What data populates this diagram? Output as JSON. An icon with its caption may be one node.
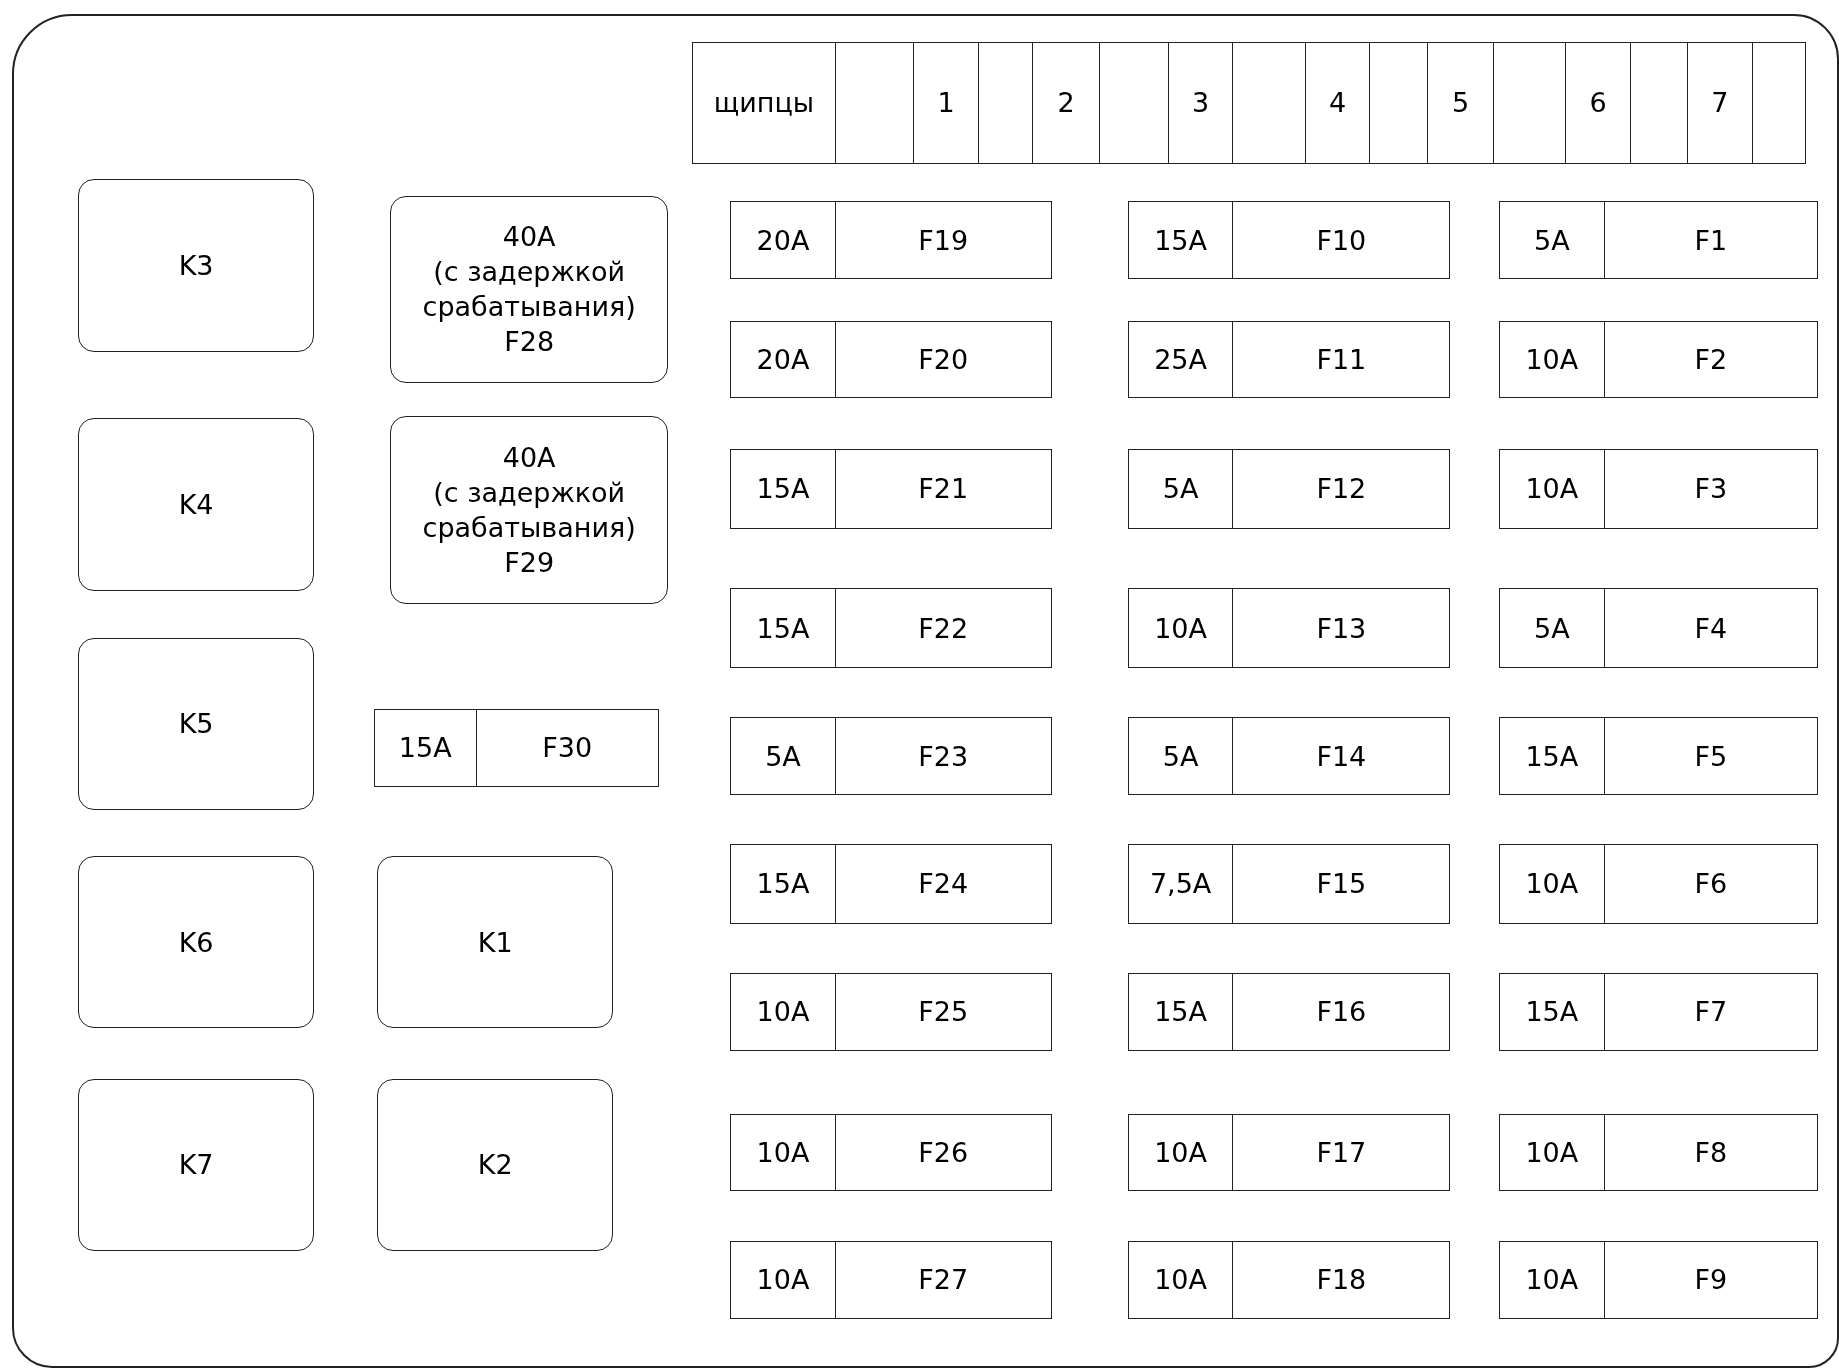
{
  "diagram": {
    "nodes": [
      {
        "text": [],
        "shape": "box"
      },
      {
        "text": [
          "K3"
        ],
        "in": 0
      },
      {
        "text": [
          "40A",
          "(с задержкой срабатывания)",
          "F28"
        ],
        "in": 0
      },
      {
        "text": [
          "20A",
          "F19"
        ],
        "in": 0
      },
      {
        "text": [
          "15A",
          "F10"
        ],
        "in": 0
      },
      {
        "text": [
          "5A",
          "F1"
        ],
        "in": 0
      },
      {
        "text": [
          "20A",
          "F20"
        ],
        "in": 0
      },
      {
        "text": [
          "25A",
          "F11"
        ],
        "in": 0
      },
      {
        "text": [
          "10A",
          "F2"
        ],
        "in": 0
      },
      {
        "text": [
          "K4"
        ],
        "in": 0
      },
      {
        "text": [
          "40A",
          "(с задержкой срабатывания)",
          "F29"
        ],
        "in": 0
      },
      {
        "text": [
          "15A",
          "F21"
        ],
        "in": 0
      },
      {
        "text": [
          "5A",
          "F12"
        ],
        "in": 0
      },
      {
        "text": [
          "10A",
          "F3"
        ],
        "in": 0
      },
      {
        "text": [
          "15A",
          "F22"
        ],
        "in": 0
      },
      {
        "text": [
          "10A",
          "F13"
        ],
        "in": 0
      },
      {
        "text": [
          "5A",
          "F4"
        ],
        "in": 0
      },
      {
        "text": [
          "K5"
        ],
        "in": 0
      },
      {
        "text": [
          "15A",
          "F30"
        ],
        "in": 0
      },
      {
        "text": [
          "5A",
          "F23"
        ],
        "in": 0
      },
      {
        "text": [
          "5A",
          "F14"
        ],
        "in": 0
      },
      {
        "text": [
          "15A",
          "F5"
        ],
        "in": 0
      },
      {
        "text": [
          "K6"
        ],
        "in": 0
      },
      {
        "text": [
          "K1"
        ],
        "in": 0
      },
      {
        "text": [
          "15A",
          "F24"
        ],
        "in": 0
      },
      {
        "text": [
          "7,5A",
          "F15"
        ],
        "in": 0
      },
      {
        "text": [
          "10A",
          "F6"
        ],
        "in": 0
      },
      {
        "text": [
          "10A",
          "F25"
        ],
        "in": 0
      },
      {
        "text": [
          "15A",
          "F16"
        ],
        "in": 0
      },
      {
        "text": [
          "15A",
          "F7"
        ],
        "in": 0
      },
      {
        "text": [
          "K7"
        ],
        "in": 0
      },
      {
        "text": [
          "K2"
        ],
        "in": 0
      },
      {
        "text": [
          "10A",
          "F26"
        ],
        "in": 0
      },
      {
        "text": [
          "10A",
          "F17"
        ],
        "in": 0
      },
      {
        "text": [
          "10A",
          "F8"
        ],
        "in": 0
      },
      {
        "text": [
          "10A",
          "F27"
        ],
        "in": 0
      },
      {
        "text": [
          "10A",
          "F18"
        ],
        "in": 0
      },
      {
        "text": [
          "10A",
          "F9"
        ],
        "in": 0
      }
    ],
    "labels": [
      "щипцы",
      "1",
      "2",
      "3",
      "4",
      "5",
      "6",
      "7"
    ]
  }
}
